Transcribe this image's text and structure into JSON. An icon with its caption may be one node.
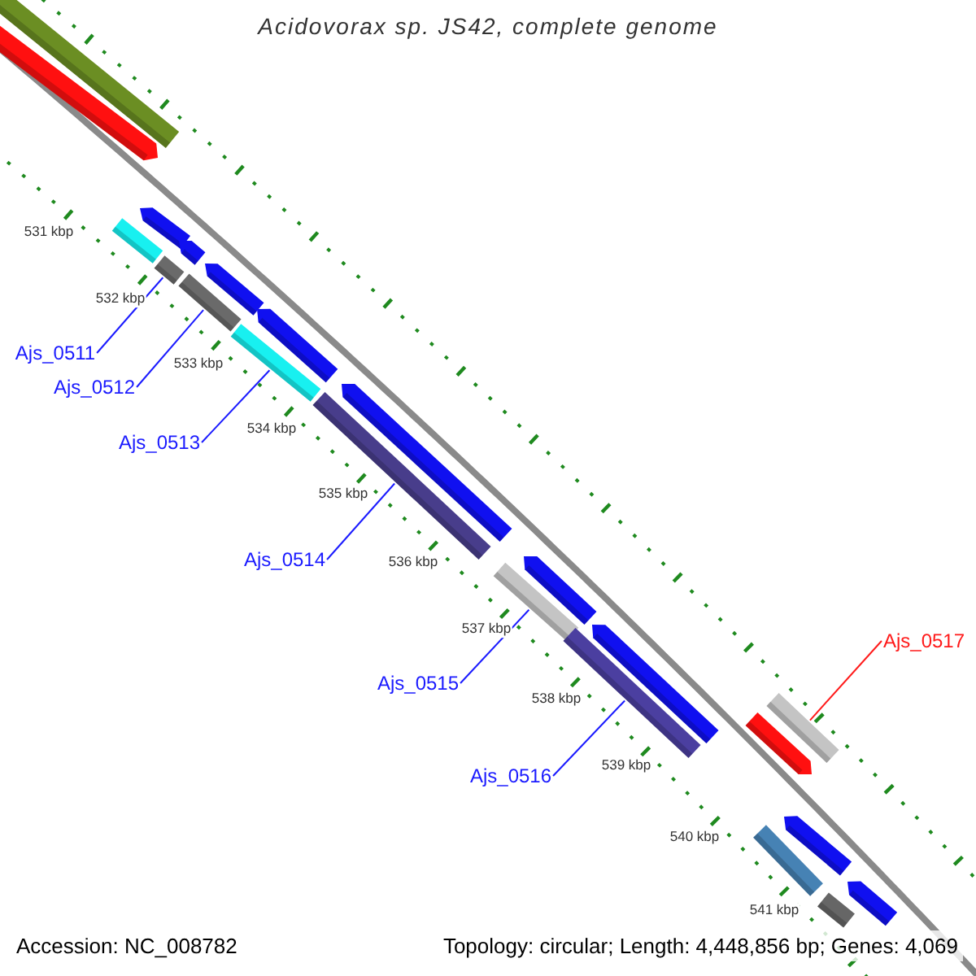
{
  "diagram": {
    "title": "Acidovorax sp. JS42, complete genome",
    "nodes": [
      {
        "text": [
          "Ajs_0511"
        ]
      },
      {
        "text": [
          "Ajs_0512"
        ]
      },
      {
        "text": [
          "Ajs_0513"
        ]
      },
      {
        "text": [
          "Ajs_0514"
        ]
      },
      {
        "text": [
          "Ajs_0515"
        ]
      },
      {
        "text": [
          "Ajs_0516"
        ]
      },
      {
        "text": [
          "Ajs_0517"
        ]
      },
      {
        "text": [],
        "shape": "bar"
      },
      {
        "text": [],
        "shape": "bar"
      },
      {
        "text": [],
        "shape": "bar"
      },
      {
        "text": [],
        "shape": "bar"
      },
      {
        "text": [],
        "shape": "bar"
      },
      {
        "text": [],
        "shape": "bar"
      },
      {
        "text": [],
        "shape": "bar"
      },
      {
        "text": [],
        "shape": "bar"
      },
      {
        "text": [],
        "shape": "bar"
      },
      {
        "text": [],
        "shape": "bar"
      },
      {
        "text": [],
        "shape": "bar"
      },
      {
        "text": [],
        "shape": "bar"
      },
      {
        "text": [],
        "shape": "bar"
      },
      {
        "text": [],
        "shape": "bar"
      },
      {
        "text": [],
        "shape": "bar"
      },
      {
        "text": [],
        "shape": "bar"
      },
      {
        "text": [],
        "shape": "bar"
      },
      {
        "text": [],
        "shape": "bar"
      },
      {
        "text": [],
        "shape": "bar"
      },
      {
        "text": [],
        "shape": "bar"
      },
      {
        "text": [],
        "shape": "bar"
      },
      {
        "text": [],
        "shape": "bar"
      }
    ],
    "edges": [
      {
        "from": 0,
        "to": 11,
        "arrow": "none"
      },
      {
        "from": 1,
        "to": 14,
        "arrow": "none"
      },
      {
        "from": 2,
        "to": 16,
        "arrow": "none"
      },
      {
        "from": 3,
        "to": 18,
        "arrow": "none"
      },
      {
        "from": 4,
        "to": 19,
        "arrow": "none"
      },
      {
        "from": 5,
        "to": 21,
        "arrow": "none"
      },
      {
        "from": 6,
        "to": 23,
        "arrow": "none",
        "color": "#ff1a1a"
      }
    ],
    "labels": [
      "531 kbp",
      "532 kbp",
      "533 kbp",
      "534 kbp",
      "535 kbp",
      "536 kbp",
      "537 kbp",
      "538 kbp",
      "539 kbp",
      "540 kbp",
      "541 kbp",
      "Accession: NC_008782",
      "Topology: circular; Length: 4,448,856 bp; Genes: 4,069"
    ]
  }
}
